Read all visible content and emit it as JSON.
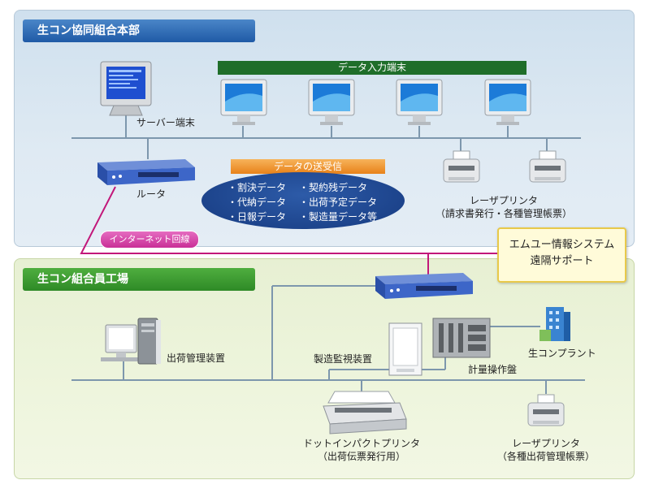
{
  "headquarters": {
    "title": "生コン協同組合本部",
    "data_entry_label": "データ入力端末",
    "server_label": "サーバー端末",
    "router_label": "ルータ",
    "transfer_label": "データの送受信",
    "data_items_left": [
      "・割決データ",
      "・代納データ",
      "・日報データ"
    ],
    "data_items_right": [
      "・契約残データ",
      "・出荷予定データ",
      "・製造量データ等"
    ],
    "printer_label_line1": "レーザプリンタ",
    "printer_label_line2": "（請求書発行・各種管理帳票）"
  },
  "internet_label": "インターネット回線",
  "support": {
    "line1": "エムユー情報システム",
    "line2": "遠隔サポート"
  },
  "plant": {
    "title": "生コン組合員工場",
    "shipping_device_label": "出荷管理装置",
    "monitor_device_label": "製造監視装置",
    "operation_panel_label": "計量操作盤",
    "plant_label": "生コンプラント",
    "dot_printer_line1": "ドットインパクトプリンタ",
    "dot_printer_line2": "（出荷伝票発行用）",
    "laser_printer_line1": "レーザプリンタ",
    "laser_printer_line2": "（各種出荷管理帳票）"
  },
  "colors": {
    "headquarters_panel": "#dfeaf3",
    "plant_panel": "#eef5dd",
    "internet_line": "#c2187a",
    "network_line": "#6f8faa"
  }
}
